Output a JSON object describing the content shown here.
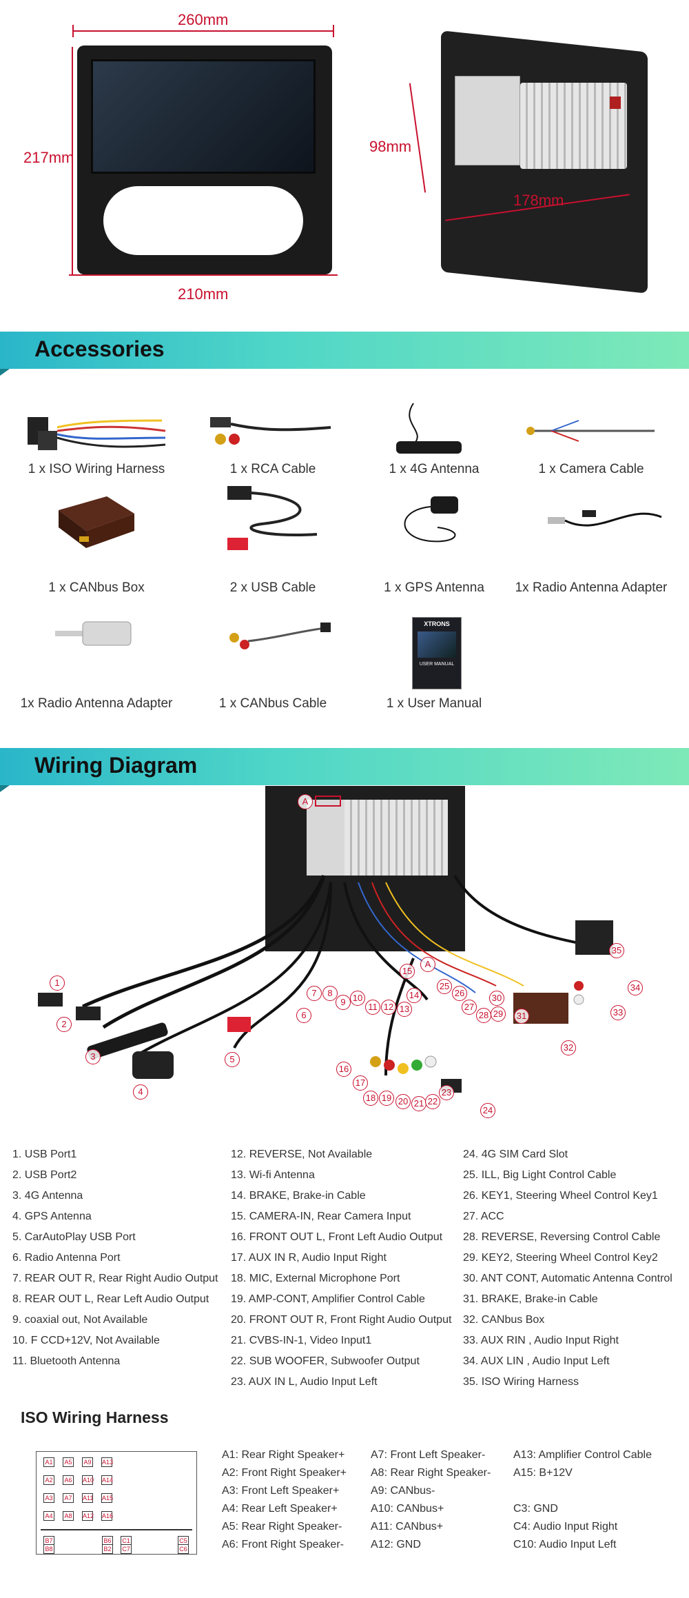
{
  "dimensions": {
    "width_top": "260mm",
    "height_left": "217mm",
    "width_bottom": "210mm",
    "depth_height": "98mm",
    "depth_width": "178mm"
  },
  "accessories": {
    "title": "Accessories",
    "items": [
      {
        "label": "1 x ISO Wiring Harness",
        "icon": "iso-harness-icon"
      },
      {
        "label": "1 x RCA Cable",
        "icon": "rca-cable-icon"
      },
      {
        "label": "1 x 4G Antenna",
        "icon": "antenna-4g-icon"
      },
      {
        "label": "1 x Camera Cable",
        "icon": "camera-cable-icon"
      },
      {
        "label": "1 x CANbus Box",
        "icon": "canbus-box-icon"
      },
      {
        "label": "2 x USB Cable",
        "icon": "usb-cable-icon"
      },
      {
        "label": "1 x GPS Antenna",
        "icon": "gps-antenna-icon"
      },
      {
        "label": "1x Radio Antenna Adapter",
        "icon": "radio-adapter-icon"
      },
      {
        "label": "1x Radio Antenna Adapter",
        "icon": "radio-adapter-plug-icon"
      },
      {
        "label": "1 x CANbus Cable",
        "icon": "canbus-cable-icon"
      },
      {
        "label": "1 x User Manual",
        "icon": "user-manual-icon"
      }
    ]
  },
  "manual_cover": {
    "brand": "XTRONS",
    "title": "USER MANUAL"
  },
  "wiring": {
    "title": "Wiring Diagram",
    "marker": "A",
    "legend_col1": [
      "1. USB Port1",
      "2. USB Port2",
      "3. 4G Antenna",
      "4. GPS Antenna",
      "5. CarAutoPlay USB Port",
      "6. Radio Antenna Port",
      "7. REAR OUT R, Rear Right Audio Output",
      "8. REAR OUT L, Rear Left Audio Output",
      "9. coaxial out, Not Available",
      "10. F CCD+12V, Not Available",
      "11. Bluetooth Antenna"
    ],
    "legend_col2": [
      "12. REVERSE, Not Available",
      "13. Wi-fi Antenna",
      "14. BRAKE, Brake-in Cable",
      "15. CAMERA-IN, Rear Camera Input",
      "16. FRONT OUT L, Front Left Audio Output",
      "17. AUX IN R, Audio Input Right",
      "18. MIC, External Microphone Port",
      "19. AMP-CONT, Amplifier Control Cable",
      "20. FRONT OUT R, Front Right Audio Output",
      "21. CVBS-IN-1, Video Input1",
      "22. SUB WOOFER, Subwoofer Output",
      "23. AUX IN L, Audio Input Left"
    ],
    "legend_col3": [
      "24. 4G SIM Card Slot",
      "25. ILL, Big Light Control Cable",
      "26. KEY1, Steering Wheel Control Key1",
      "27. ACC",
      "28. REVERSE, Reversing Control Cable",
      "29. KEY2, Steering Wheel Control Key2",
      "30. ANT CONT, Automatic Antenna Control",
      "31. BRAKE, Brake-in Cable",
      "32. CANbus Box",
      "33. AUX RIN , Audio Input Right",
      "34. AUX LIN , Audio Input Left",
      "35. ISO Wiring Harness"
    ],
    "callouts": [
      "1",
      "2",
      "3",
      "4",
      "5",
      "6",
      "7",
      "8",
      "9",
      "10",
      "11",
      "12",
      "13",
      "14",
      "15",
      "16",
      "17",
      "18",
      "19",
      "20",
      "21",
      "22",
      "23",
      "24",
      "25",
      "26",
      "27",
      "28",
      "29",
      "30",
      "31",
      "32",
      "33",
      "34",
      "35"
    ]
  },
  "iso": {
    "title": "ISO Wiring Harness",
    "col1": [
      "A1: Rear Right Speaker+",
      "A2: Front Right Speaker+",
      "A3: Front Left Speaker+",
      "A4: Rear Left Speaker+",
      "A5: Rear Right Speaker-",
      "A6: Front Right Speaker-"
    ],
    "col2": [
      "A7: Front Left Speaker-",
      "A8: Rear Right Speaker-",
      "A9: CANbus-",
      "A10: CANbus+",
      "A11: CANbus+",
      "A12: GND"
    ],
    "col3": [
      "A13: Amplifier Control Cable",
      "A15: B+12V",
      "",
      "C3: GND",
      "C4: Audio Input Right",
      "C10: Audio Input Left"
    ],
    "pins": [
      "A1",
      "A5",
      "A9",
      "A13",
      "A2",
      "A6",
      "A10",
      "A14",
      "A3",
      "A7",
      "A11",
      "A15",
      "A4",
      "A8",
      "A12",
      "A16"
    ],
    "pins_bottom": [
      "B7",
      "B6",
      "C1",
      "C5",
      "B8",
      "B2",
      "C7",
      "C6"
    ]
  },
  "colors": {
    "accent": "#c8102e",
    "banner_start": "#2ab6c9",
    "banner_end": "#7ee9b8"
  }
}
